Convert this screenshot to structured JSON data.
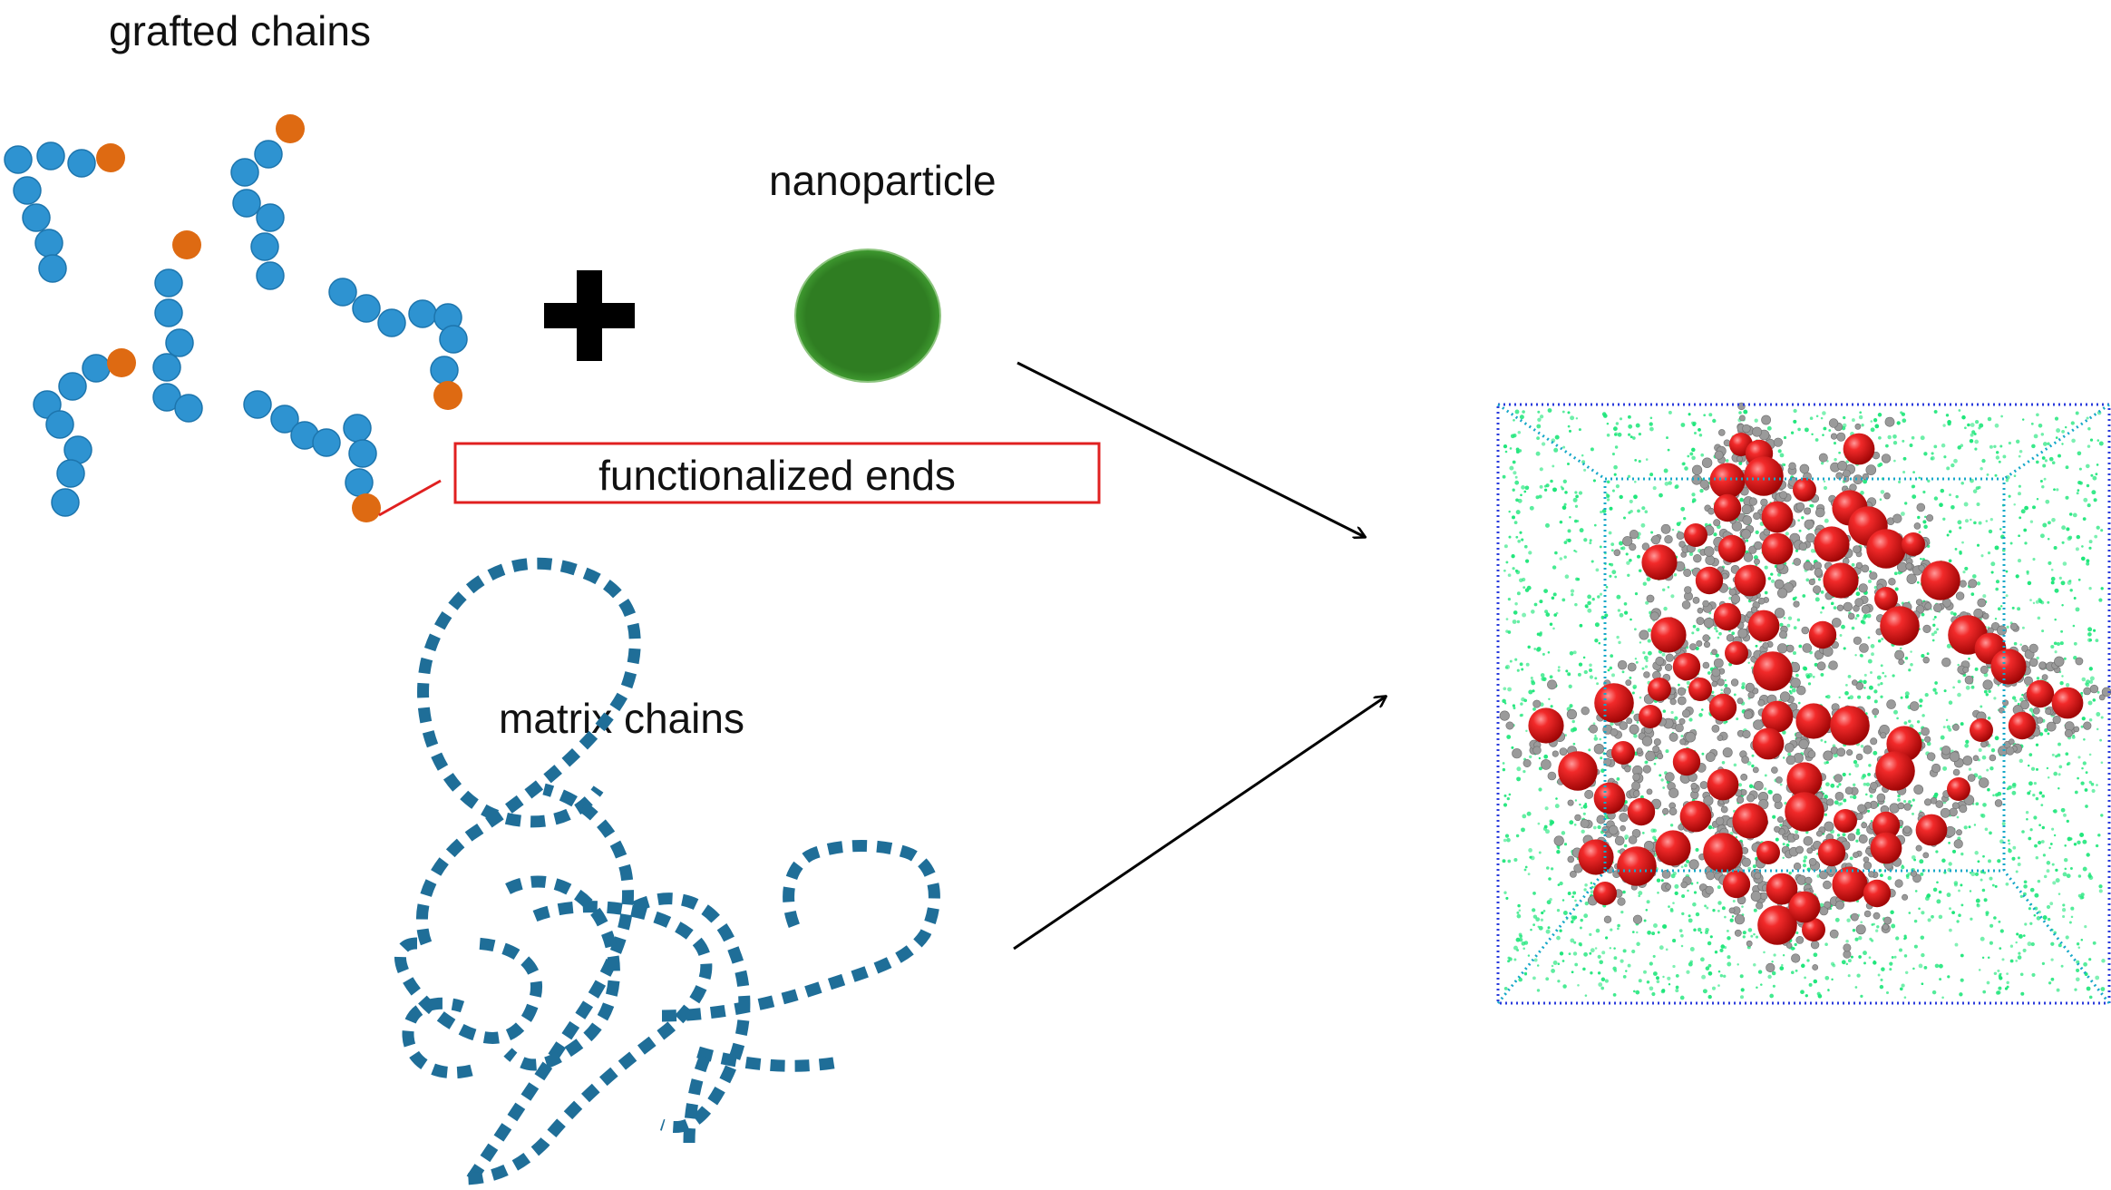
{
  "labels": {
    "grafted_chains": "grafted chains",
    "nanoparticle": "nanoparticle",
    "functionalized_ends": "functionalized ends",
    "matrix_chains": "matrix chains"
  },
  "colors": {
    "grafted_bead": "#2e93d1",
    "functional_end": "#de6a12",
    "nanoparticle": "#2f7d22",
    "matrix_chain": "#1f6e98",
    "callout_box": "#e02020",
    "arrow": "#000000",
    "sim_box": "#2a3bdc",
    "sim_matrix": "#1ee67a",
    "sim_graft": "#9a9a9a",
    "sim_particle": "#e41a1a"
  },
  "icons": {
    "plus": "plus-icon"
  }
}
